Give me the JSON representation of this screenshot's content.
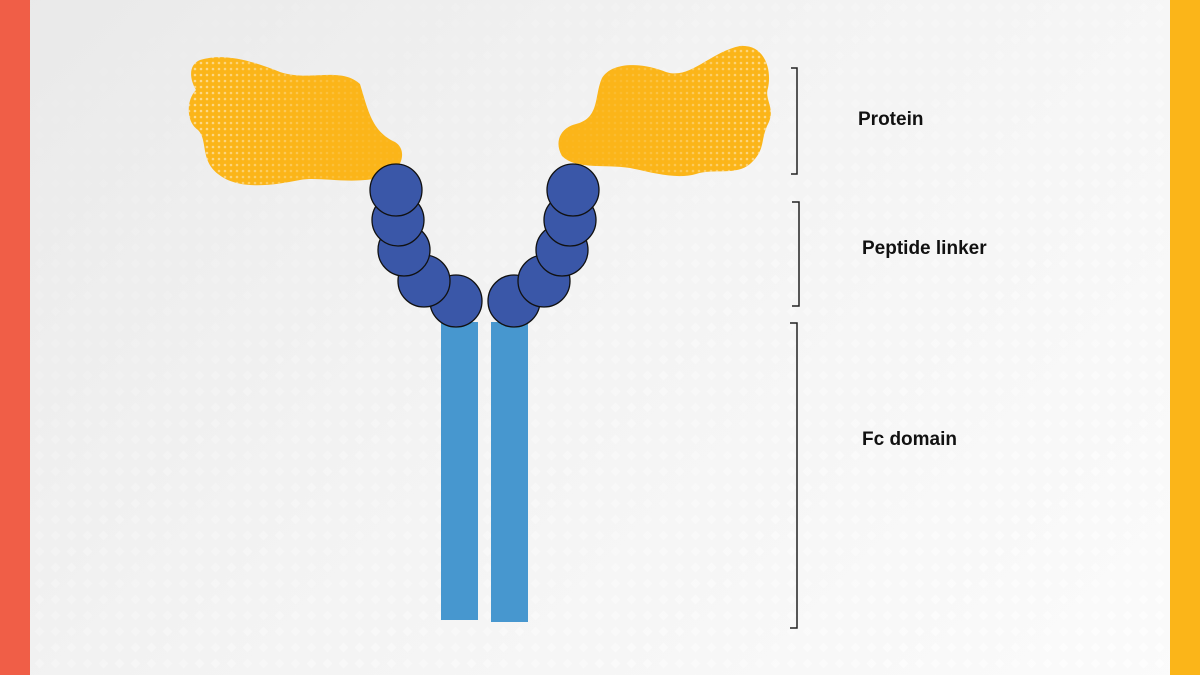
{
  "labels": {
    "protein": "Protein",
    "linker": "Peptide linker",
    "fc": "Fc domain"
  },
  "colors": {
    "left_bar": "#f05e47",
    "right_bar": "#fbb519",
    "protein_fill": "#fbb519",
    "linker_bead": "#3a57a8",
    "bead_outline": "#111111",
    "fc_chain": "#4797cf",
    "bracket": "#222222",
    "label_text": "#111111"
  }
}
